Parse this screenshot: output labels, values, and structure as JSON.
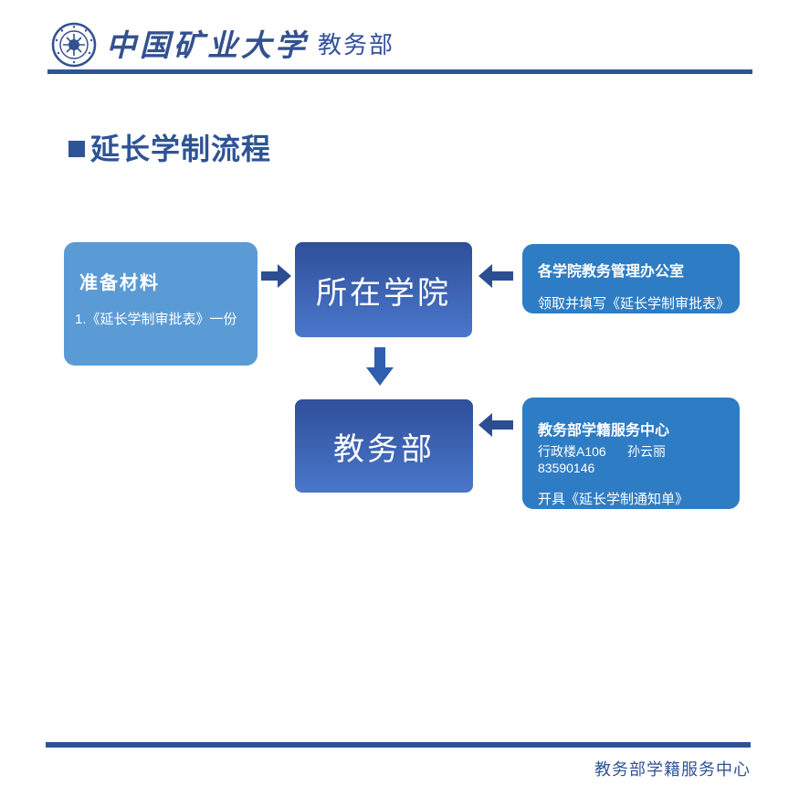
{
  "header": {
    "university_name": "中国矿业大学",
    "department": "教务部",
    "logo_icon": "cumt-university-seal"
  },
  "slide_title": {
    "text": "延长学制流程"
  },
  "flowchart": {
    "materials_box": {
      "title": "准备材料",
      "item1": "1.《延长学制审批表》一份"
    },
    "college_box": {
      "label": "所在学院"
    },
    "college_office_box": {
      "title": "各学院教务管理办公室",
      "line1": "领取并填写《延长学制审批表》"
    },
    "jwb_box": {
      "label": "教务部"
    },
    "service_box": {
      "title": "教务部学籍服务中心",
      "line1": "行政楼A106      孙云丽  83590146",
      "line2": "开具《延长学制通知单》"
    }
  },
  "footer": {
    "text": "教务部学籍服务中心"
  },
  "colors": {
    "navy_accent": "#2E5496",
    "light_blue_box": "#5B9BD5",
    "info_blue_box": "#2E7CC3",
    "stage_gradient_top": "#2F4F99",
    "stage_gradient_bottom": "#4A77CB",
    "down_arrow": "#2E5FAD",
    "horizontal_arrow": "#2B4E92"
  }
}
